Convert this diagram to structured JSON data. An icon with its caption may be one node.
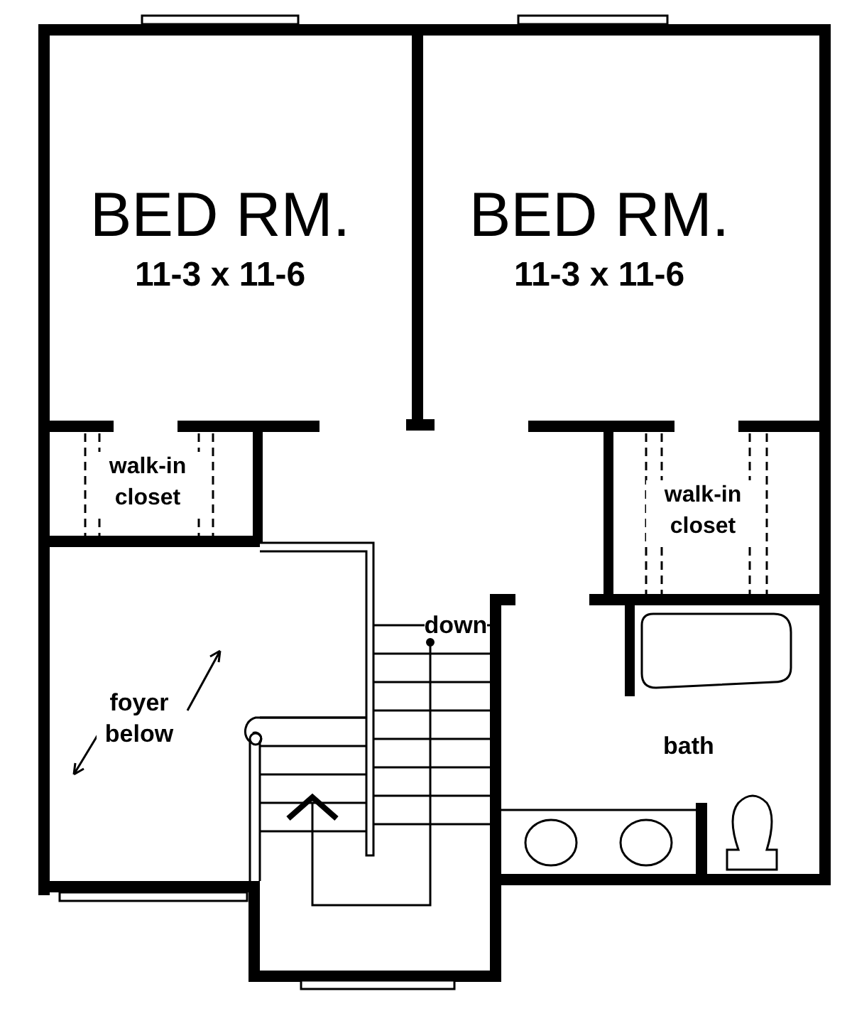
{
  "diagram": {
    "labels": [
      "BED RM.",
      "11-3 x 11-6",
      "BED RM.",
      "11-3 x 11-6",
      "walk-in closet",
      "walk-in closet",
      "down",
      "foyer below",
      "bath"
    ]
  }
}
